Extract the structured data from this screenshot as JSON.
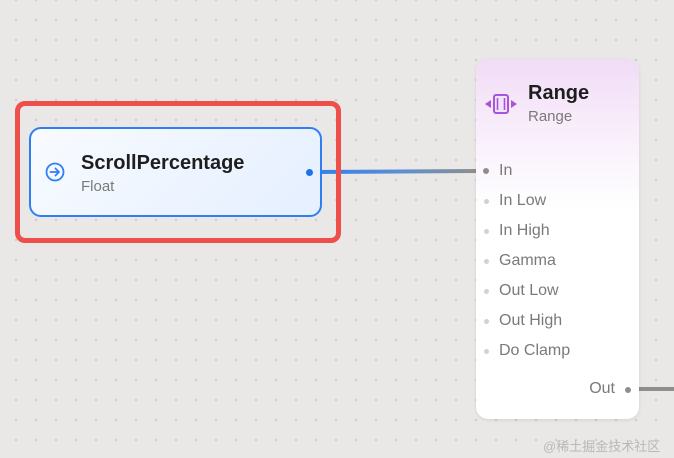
{
  "canvas": {
    "background": "#e9e8e6",
    "wire_colors": {
      "blue": "#2f7ff2",
      "grey": "#8e8e8e"
    }
  },
  "highlight": {
    "color": "#ee4f4b"
  },
  "input_node": {
    "title": "ScrollPercentage",
    "subtitle": "Float",
    "icon": "arrow-right-circle-icon",
    "accent": "#2f7ff2"
  },
  "range_node": {
    "title": "Range",
    "subtitle": "Range",
    "icon": "range-bracket-icon",
    "accent": "#a855d8",
    "inputs": [
      {
        "label": "In"
      },
      {
        "label": "In Low"
      },
      {
        "label": "In High"
      },
      {
        "label": "Gamma"
      },
      {
        "label": "Out Low"
      },
      {
        "label": "Out High"
      },
      {
        "label": "Do Clamp"
      }
    ],
    "output": {
      "label": "Out"
    }
  },
  "watermark": "@稀土掘金技术社区"
}
